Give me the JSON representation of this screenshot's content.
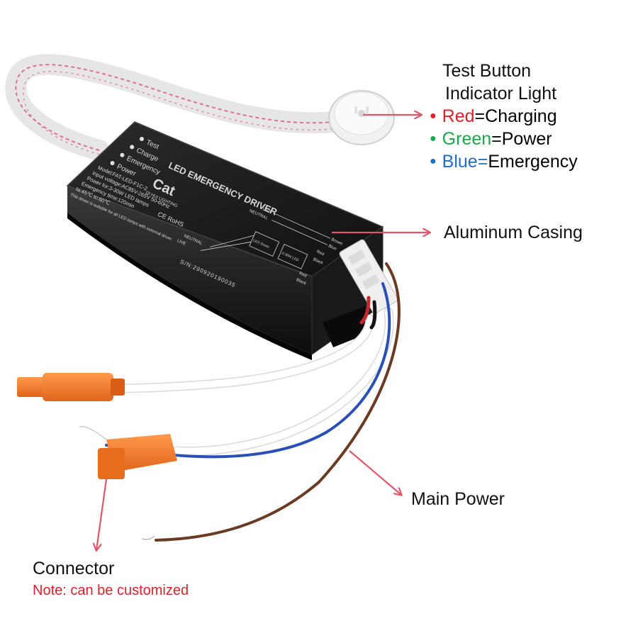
{
  "callouts": {
    "test_button": "Test Button",
    "indicator_light": "Indicator Light",
    "indicators": [
      {
        "color_word": "Red",
        "meaning": "=Charging",
        "color": "#e0202a"
      },
      {
        "color_word": "Green",
        "meaning": "=Power",
        "color": "#1aa84b"
      },
      {
        "color_word": "Blue=",
        "meaning": "Emergency",
        "color": "#1f6fc4"
      }
    ],
    "aluminum_casing": "Aluminum Casing",
    "main_power": "Main Power",
    "connector": "Connector",
    "connector_note": "Note: can be customized",
    "note_color": "#e0202a",
    "arrow_color": "#e0566a"
  },
  "device": {
    "status_labels": [
      "Test",
      "Charge",
      "Emergency",
      "Power"
    ],
    "title": "LED EMERGENCY DRIVER",
    "brand": "Cat",
    "brand_sub": "QI HUI LIGHTING",
    "spec_lines": [
      "Model:FAT-LED-F1C-2",
      "Input voltage:AC85V-265V 50-60Hz",
      "Power for:3-30W LED lamps",
      "Emergency time:120min",
      "ta:45℃   tc:60℃",
      "This driver is suitable for all LED lamps with external driver."
    ],
    "cert_marks": "CE  RoHS",
    "wiring_left": [
      "LIVE",
      "NEUTRAL",
      "NEUTRAL",
      "LIVE"
    ],
    "wiring_right": [
      "Brown",
      "Blue",
      "Red",
      "Black",
      "Red",
      "Black"
    ],
    "wiring_box_1": "LED Driver",
    "wiring_box_2": "3-30W LED",
    "serial": "S/N:290920190035"
  }
}
